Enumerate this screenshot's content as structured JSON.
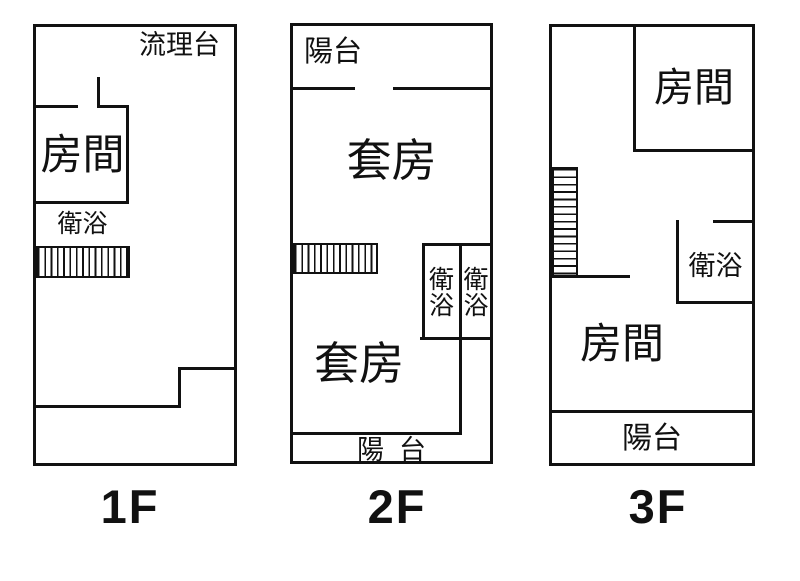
{
  "title": "three-storey floor plan",
  "colors": {
    "line": "#111111",
    "background": "#ffffff",
    "text": "#111111"
  },
  "floors": [
    {
      "id": "1f",
      "label": "1F",
      "rooms": {
        "kitchen_counter": "流理台",
        "room": "房間",
        "bathroom": "衛浴"
      }
    },
    {
      "id": "2f",
      "label": "2F",
      "rooms": {
        "balcony_top": "陽台",
        "suite_upper": "套房",
        "bathroom_left": "衛浴",
        "bathroom_right": "衛浴",
        "suite_lower": "套房",
        "balcony_bottom": "陽  台"
      }
    },
    {
      "id": "3f",
      "label": "3F",
      "rooms": {
        "room_upper": "房間",
        "bathroom": "衛浴",
        "room_lower": "房間",
        "balcony": "陽台"
      }
    }
  ]
}
